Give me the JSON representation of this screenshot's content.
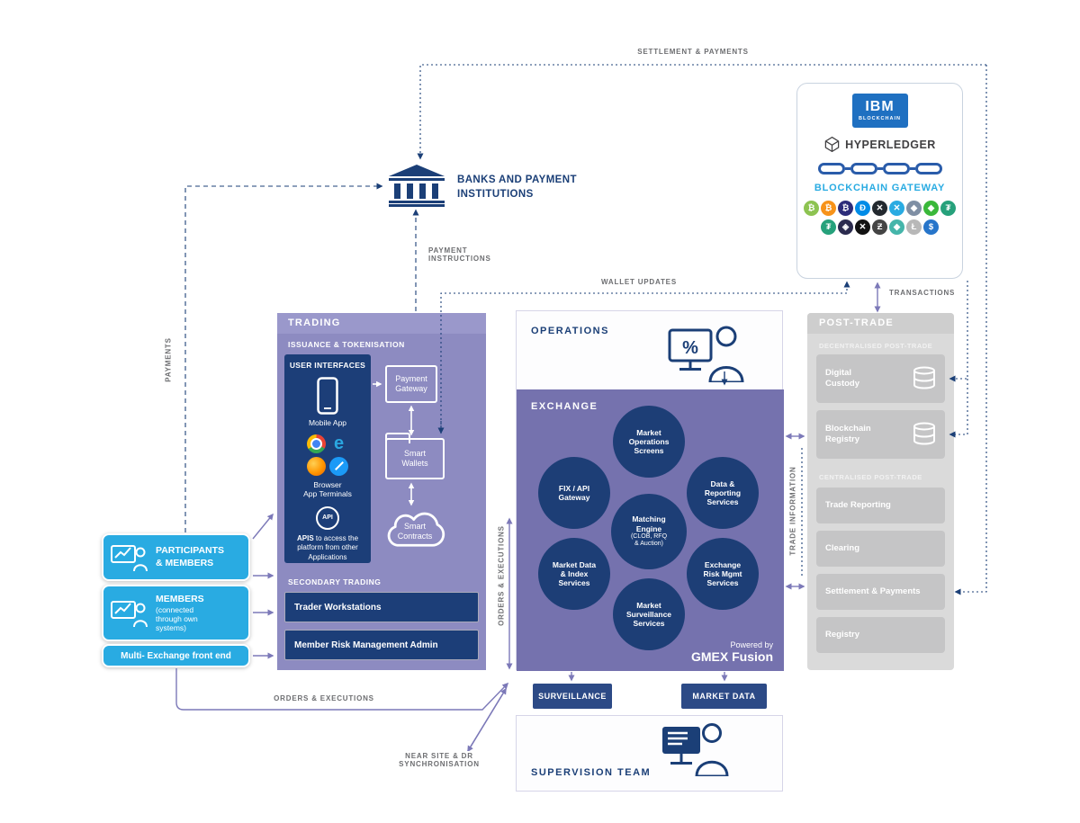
{
  "colors": {
    "navy": "#1b3f77",
    "cyan": "#29abe2",
    "trading_purple": "#8d8bc1",
    "exchange_purple": "#7572ae",
    "circle_navy": "#1d3e76",
    "post_trade_gray": "#dadada",
    "label_gray": "#6d6e71",
    "arrow_purple": "#7c79b8"
  },
  "flow_labels": {
    "settlement_payments": "SETTLEMENT & PAYMENTS",
    "payment_instructions": "PAYMENT\nINSTRUCTIONS",
    "wallet_updates": "WALLET UPDATES",
    "transactions": "TRANSACTIONS",
    "payments": "PAYMENTS",
    "orders_executions_vertical": "ORDERS & EXECUTIONS",
    "orders_executions_horizontal": "ORDERS & EXECUTIONS",
    "trade_information": "TRADE INFORMATION",
    "near_site": "NEAR SITE & DR\nSYNCHRONISATION"
  },
  "bank": {
    "title": "BANKS AND PAYMENT\nINSTITUTIONS"
  },
  "gateway": {
    "ibm_logo": {
      "line1": "IBM",
      "line2": "BLOCKCHAIN"
    },
    "hyperledger": "HYPERLEDGER",
    "title": "BLOCKCHAIN GATEWAY",
    "coins_row1": [
      {
        "name": "bitcoin-cash",
        "glyph": "₿",
        "color": "#8dc351"
      },
      {
        "name": "bitcoin",
        "glyph": "₿",
        "color": "#f7931a"
      },
      {
        "name": "bitcoin-dark",
        "glyph": "₿",
        "color": "#2d2d7a"
      },
      {
        "name": "dash",
        "glyph": "Đ",
        "color": "#008ce7"
      },
      {
        "name": "ripple",
        "glyph": "✕",
        "color": "#23292f"
      },
      {
        "name": "stellar",
        "glyph": "✕",
        "color": "#29abe2"
      },
      {
        "name": "ethereum",
        "glyph": "◆",
        "color": "#7f8fa4"
      },
      {
        "name": "ethereum-classic",
        "glyph": "◆",
        "color": "#3ab83a"
      },
      {
        "name": "tether-small",
        "glyph": "₮",
        "color": "#26a17b"
      }
    ],
    "coins_row2": [
      {
        "name": "tether",
        "glyph": "₮",
        "color": "#26a17b"
      },
      {
        "name": "dai",
        "glyph": "◈",
        "color": "#2b2b4e"
      },
      {
        "name": "xrp",
        "glyph": "✕",
        "color": "#121212"
      },
      {
        "name": "zcash",
        "glyph": "Ƶ",
        "color": "#444444"
      },
      {
        "name": "coin-teal",
        "glyph": "◆",
        "color": "#45b5aa"
      },
      {
        "name": "litecoin",
        "glyph": "Ł",
        "color": "#b8b8b8"
      },
      {
        "name": "usd-coin",
        "glyph": "$",
        "color": "#2775ca"
      }
    ]
  },
  "left_panel": {
    "participants": {
      "title": "PARTICIPANTS\n& MEMBERS"
    },
    "members": {
      "title": "MEMBERS",
      "subtitle": "(connected\nthrough own\nsystems)"
    },
    "multi_exchange": "Multi- Exchange front end"
  },
  "trading": {
    "header": "TRADING",
    "issuance": "ISSUANCE & TOKENISATION",
    "user_interfaces": {
      "title": "USER INTERFACES",
      "mobile_app": "Mobile App",
      "browser_terminals": "Browser\nApp Terminals",
      "edge_glyph": "e",
      "api_icon_label": "API",
      "apis_bold": "APIS",
      "apis_text": " to access the platform from other Applications"
    },
    "payment_gateway": "Payment\nGateway",
    "smart_wallets": "Smart\nWallets",
    "smart_contracts": "Smart\nContracts",
    "secondary": {
      "title": "SECONDARY TRADING",
      "items": [
        "Trader Workstations",
        "Member Risk Management Admin"
      ]
    }
  },
  "operations": {
    "title": "OPERATIONS",
    "icon_percent": "%"
  },
  "exchange": {
    "title": "EXCHANGE",
    "circles": [
      {
        "text": "Market\nOperations\nScreens"
      },
      {
        "text": "FIX / API\nGateway"
      },
      {
        "text": "Data &\nReporting\nServices"
      },
      {
        "text": "Matching\nEngine",
        "sub": "(CLOB, RFQ\n& Auction)"
      },
      {
        "text": "Market Data\n& Index\nServices"
      },
      {
        "text": "Exchange\nRisk Mgmt\nServices"
      },
      {
        "text": "Market\nSurveillance\nServices"
      }
    ],
    "powered_by": "Powered by",
    "brand": "GMEX Fusion"
  },
  "outputs": {
    "surveillance": "SURVEILLANCE",
    "market_data": "MARKET DATA"
  },
  "supervision": {
    "title": "SUPERVISION TEAM"
  },
  "post_trade": {
    "header": "POST-TRADE",
    "decentralised_label": "DECENTRALISED POST-TRADE",
    "decentralised_items": [
      "Digital\nCustody",
      "Blockchain\nRegistry"
    ],
    "centralised_label": "CENTRALISED POST-TRADE",
    "centralised_items": [
      "Trade Reporting",
      "Clearing",
      "Settlement & Payments",
      "Registry"
    ]
  }
}
